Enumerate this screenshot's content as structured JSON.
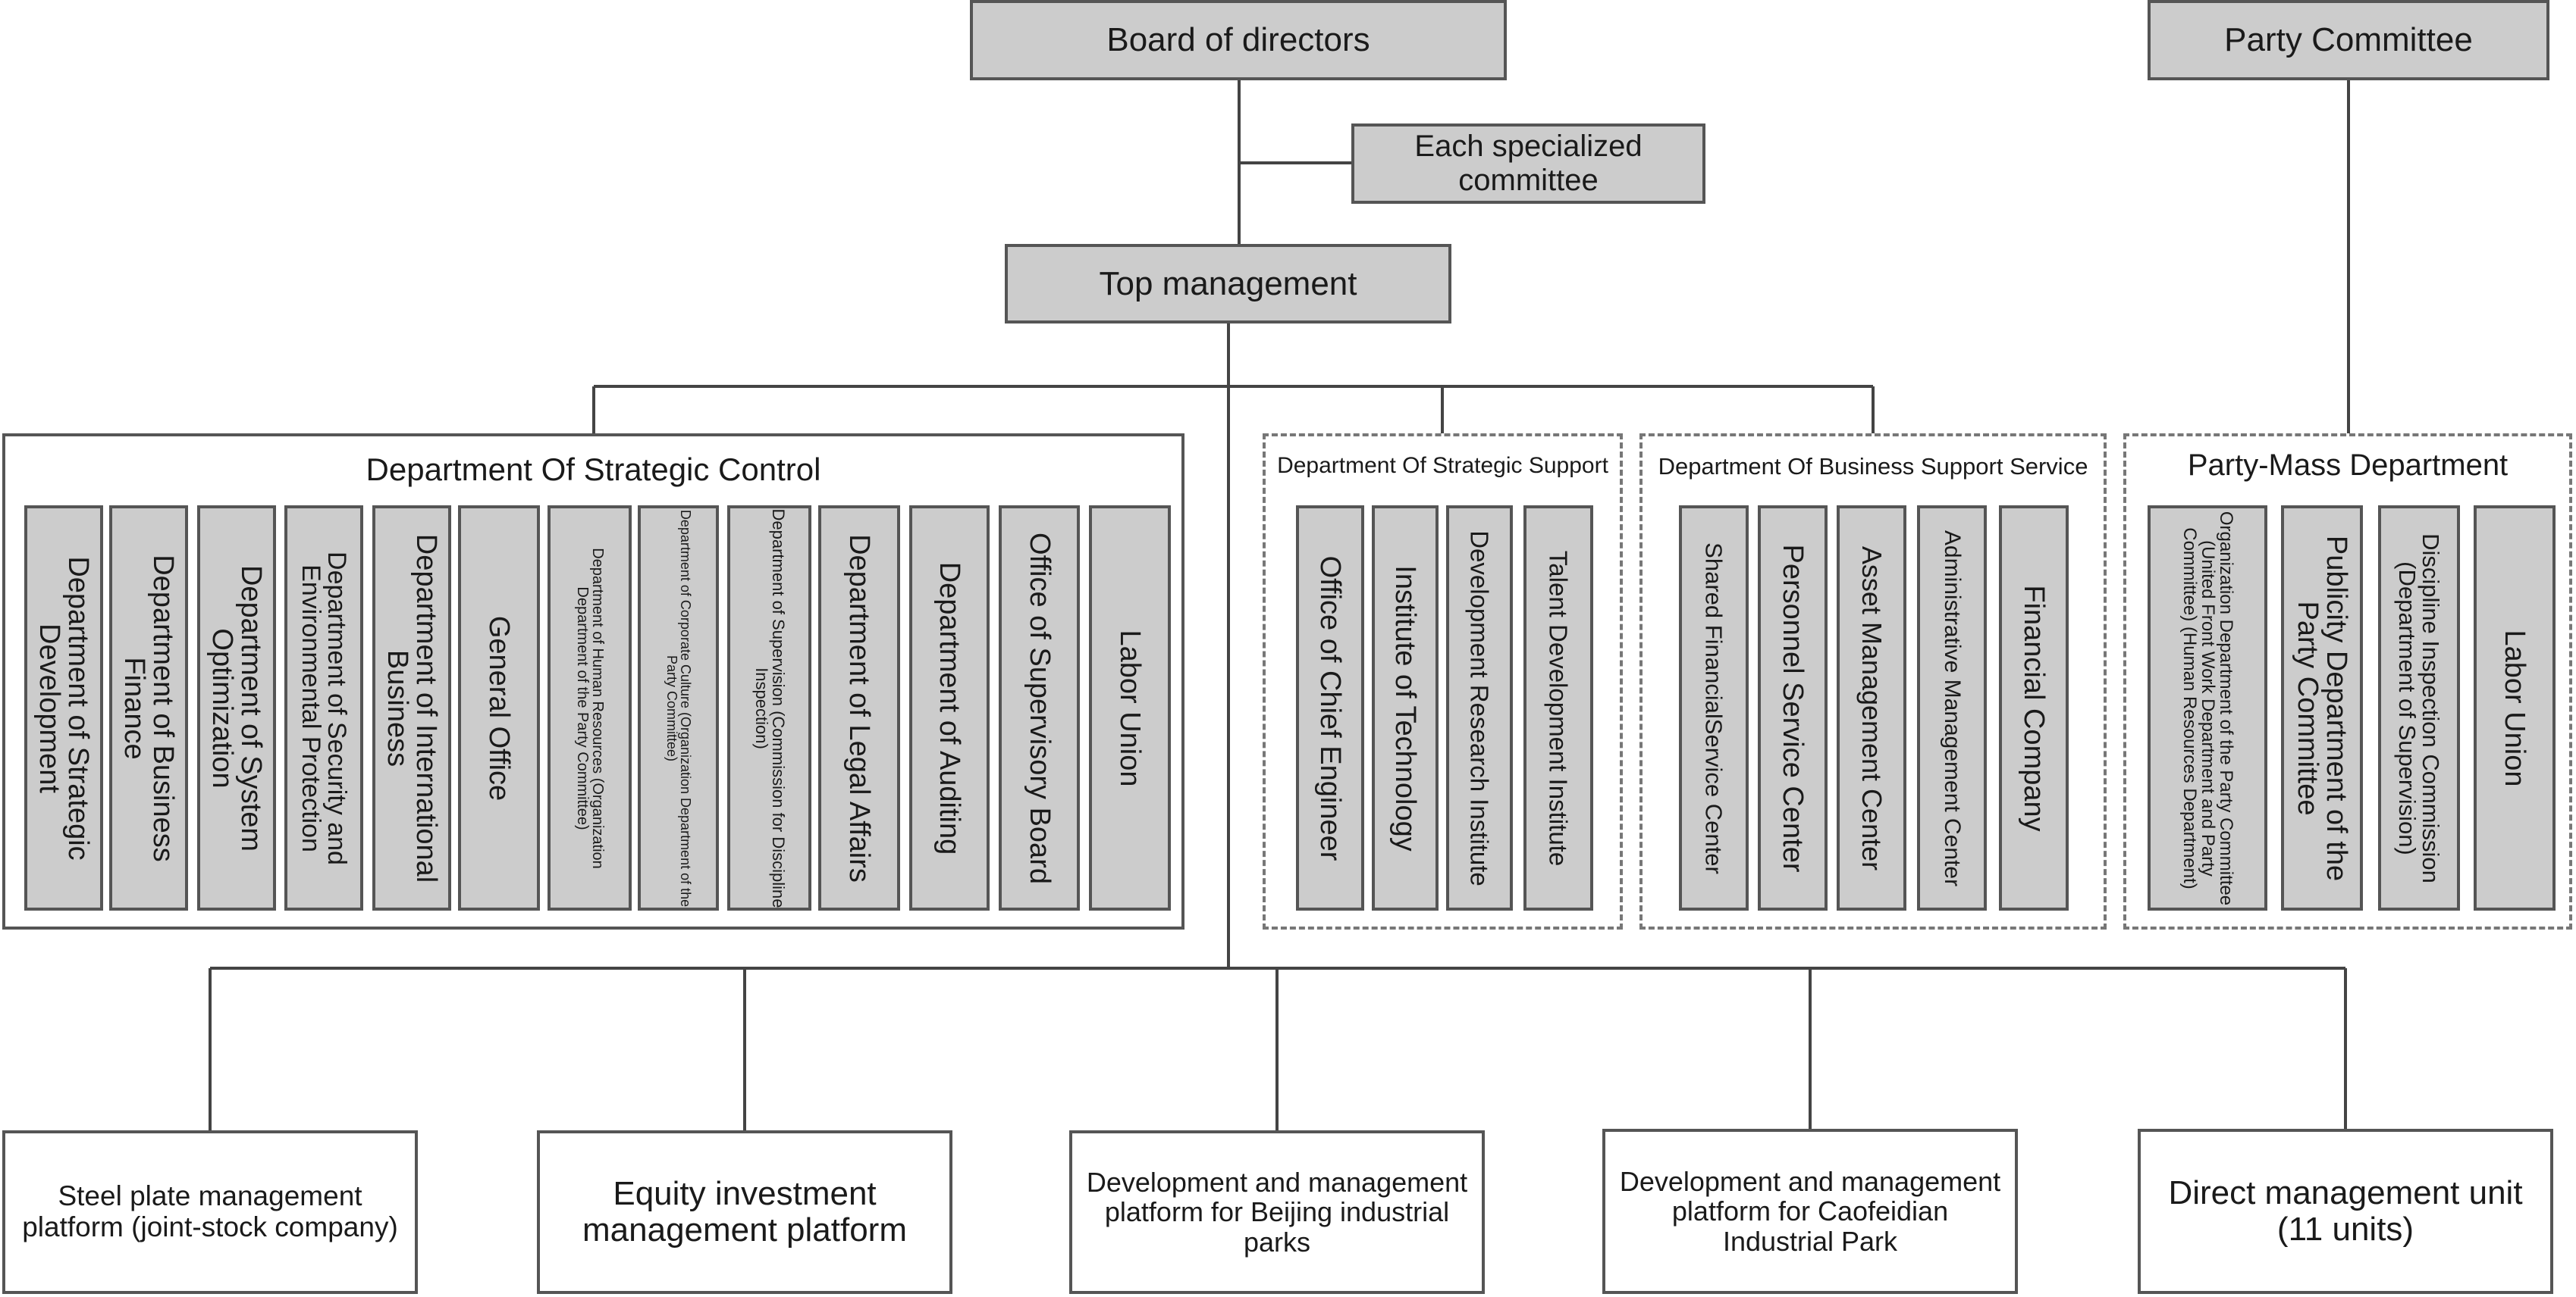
{
  "top": {
    "board": "Board of directors",
    "party": "Party Committee",
    "specialized": "Each specialized committee",
    "management": "Top management"
  },
  "strategic_control": {
    "title": "Department Of Strategic Control",
    "items": [
      "Department of Strategic Development",
      "Department of Business Finance",
      "Department of System Optimization",
      "Department of Security and Environmental Protection",
      "Department of International Business",
      "General Office",
      "Department of Human Resources (Organization Department of the Party Committee)",
      "Department of Corporate Culture (Organization Department of the Party Committee)",
      "Department of Supervision (Commission for Discipline Inspection)",
      "Department of Legal Affairs",
      "Department of Auditing",
      "Office of Supervisory Board",
      "Labor Union"
    ]
  },
  "strategic_support": {
    "title": "Department Of Strategic Support",
    "items": [
      "Office of Chief Engineer",
      "Institute of Technology",
      "Development Research Institute",
      "Talent Development Institute"
    ]
  },
  "business_support": {
    "title": "Department Of Business Support Service",
    "items": [
      "Shared FinancialService Center",
      "Personnel Service Center",
      "Asset Management Center",
      "Administrative Management Center",
      "Financial Company"
    ]
  },
  "party_mass": {
    "title": "Party-Mass Department",
    "items": [
      "Organization Department of the Party Committee (United Front Work Department and Party Committee) (Human Resources Department)",
      "Publicity Department of the Party Committee",
      "Discipline Inspection Commission (Department of Supervision)",
      "Labor Union"
    ]
  },
  "platforms": [
    "Steel plate management platform (joint-stock company)",
    "Equity investment management platform",
    "Development and management platform for Beijing industrial parks",
    "Development and management platform for Caofeidian Industrial Park",
    "Direct management unit (11 units)"
  ]
}
